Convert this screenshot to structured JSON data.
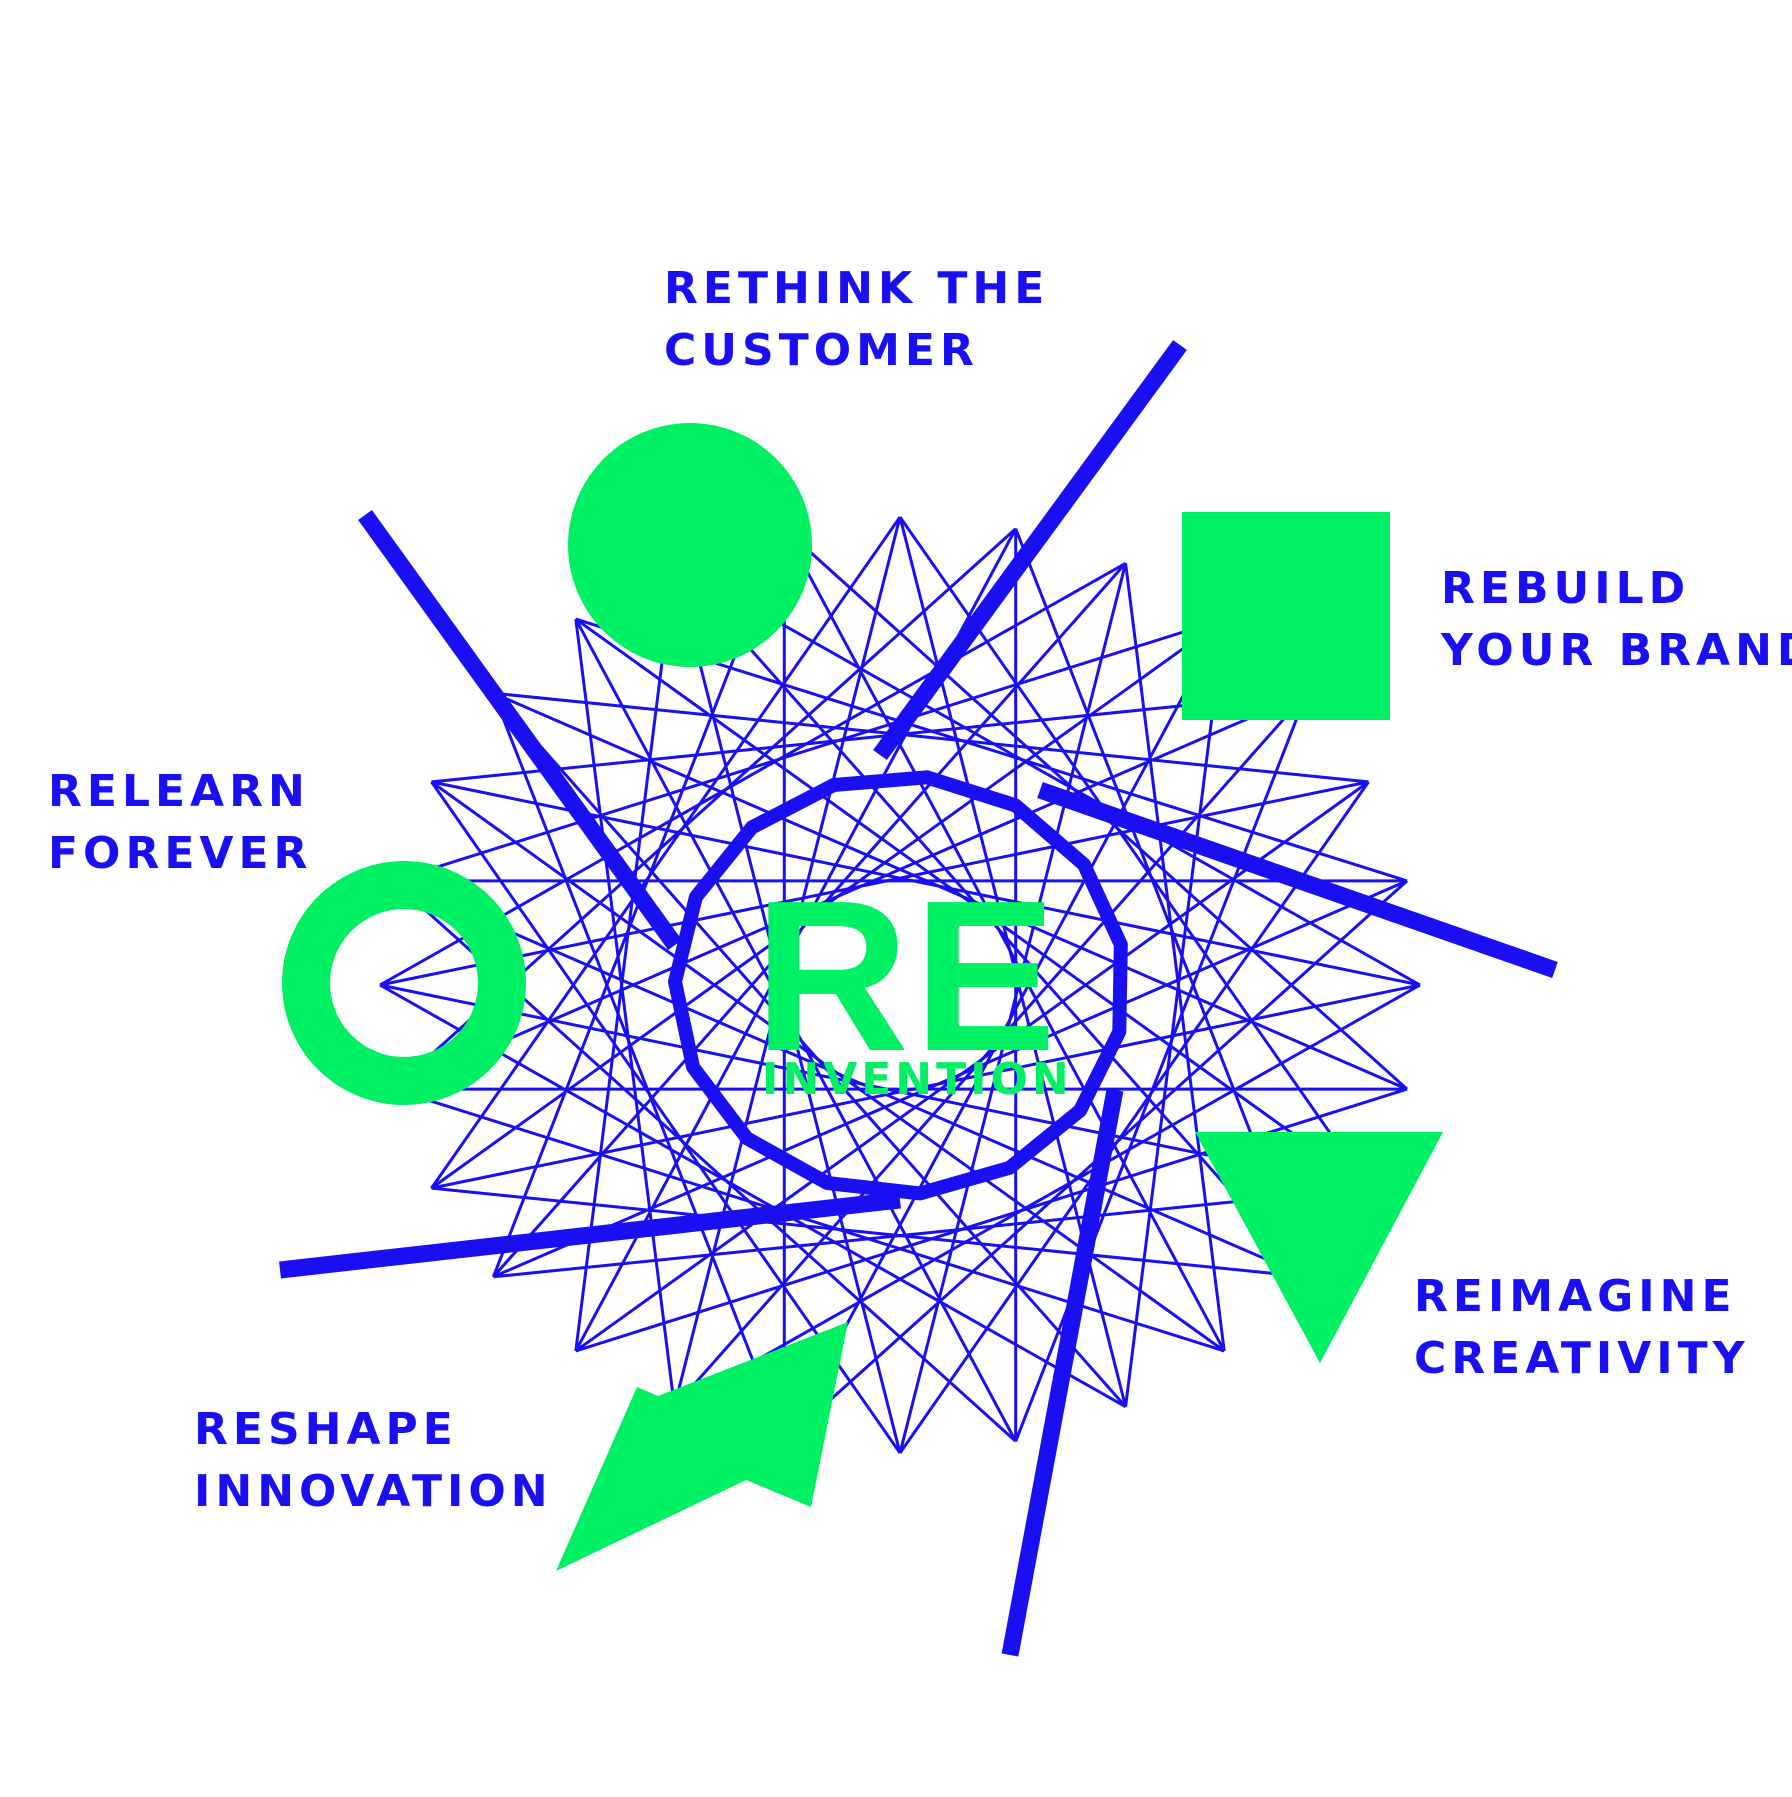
{
  "colors": {
    "blue": "#1a0ff2",
    "green": "#00f064",
    "background": "#ffffff"
  },
  "center": {
    "title": "RE",
    "subtitle": "INVENTION"
  },
  "nodes": [
    {
      "id": "customer",
      "shape": "circle",
      "line1": "RETHINK THE",
      "line2": "CUSTOMER"
    },
    {
      "id": "brand",
      "shape": "square",
      "line1": "REBUILD",
      "line2": "YOUR BRAND"
    },
    {
      "id": "creativity",
      "shape": "triangle",
      "line1": "REIMAGINE",
      "line2": "CREATIVITY"
    },
    {
      "id": "innovation",
      "shape": "parallelogram",
      "line1": "RESHAPE",
      "line2": "INNOVATION"
    },
    {
      "id": "forever",
      "shape": "ring",
      "line1": "RELEARN",
      "line2": "FOREVER"
    }
  ]
}
